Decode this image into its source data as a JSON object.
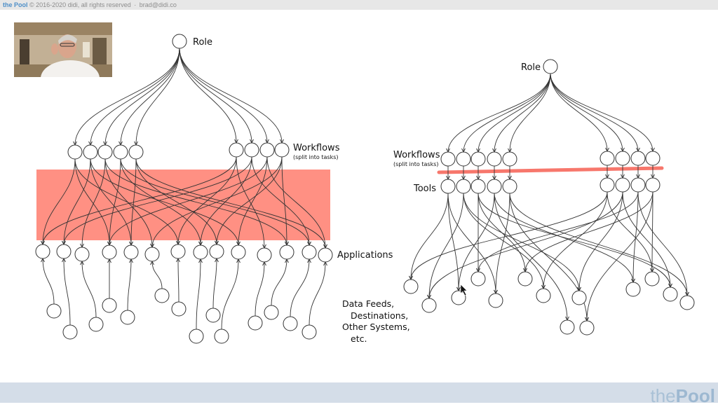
{
  "topbar": {
    "brand": "the Pool",
    "copyright": "© 2016-2020 didi, all rights reserved",
    "separator": "·",
    "email": "brad@didi.co"
  },
  "left_diagram": {
    "role_label": "Role",
    "workflows_label": "Workflows",
    "workflows_sub": "(split into tasks)",
    "applications_label": "Applications",
    "data_feeds_lines": [
      "Data Feeds,",
      "Destinations,",
      "Other Systems,",
      "etc."
    ]
  },
  "right_diagram": {
    "role_label": "Role",
    "workflows_label": "Workflows",
    "workflows_sub": "(split into tasks)",
    "tools_label": "Tools"
  },
  "colors": {
    "highlight_band": "#ff8a7c",
    "highlight_line": "#f7776c",
    "footer": "#d4dde8",
    "topbar": "#e7e7e7"
  },
  "footer": {
    "logo_small": "the",
    "logo_big": "Pool"
  }
}
